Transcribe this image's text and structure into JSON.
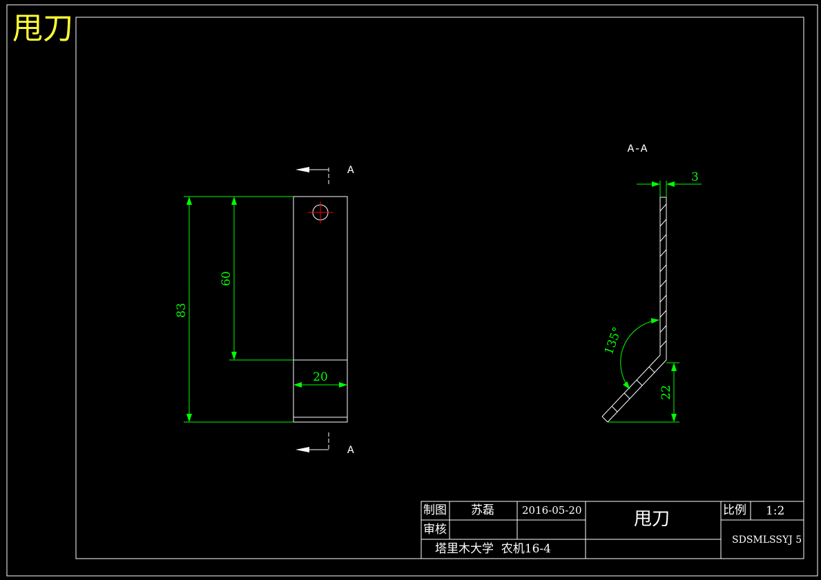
{
  "header": {
    "title": "甩刀"
  },
  "front_view": {
    "section_marker": "A",
    "dims": {
      "total_height": "83",
      "hole_height": "60",
      "width": "20"
    }
  },
  "section_view": {
    "title": "A-A",
    "dims": {
      "thickness": "3",
      "angle": "135°",
      "bend_height": "22"
    }
  },
  "title_block": {
    "drawn_label": "制图",
    "drawn_by": "苏磊",
    "date": "2016-05-20",
    "review_label": "审核",
    "part_name": "甩刀",
    "scale_label": "比例",
    "scale_value": "1:2",
    "drawing_no": "SDSMLSSYJ 5",
    "school_class": "塔里木大学  农机16-4"
  },
  "colors": {
    "background": "#000000",
    "outline": "#ffffff",
    "dimension": "#00ff00",
    "title": "#ffff33",
    "center_mark": "#ff0000"
  }
}
